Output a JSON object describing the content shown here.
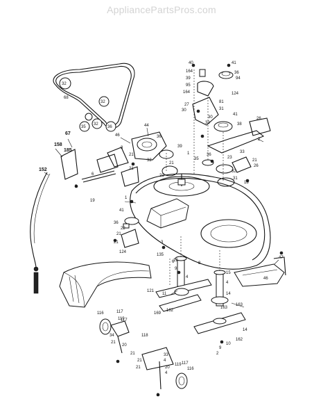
{
  "watermark": "AppliancePartsPros.com",
  "part_labels": [
    "40",
    "41",
    "164",
    "36",
    "39",
    "94",
    "95",
    "124",
    "164",
    "27",
    "30",
    "81",
    "31",
    "30",
    "33",
    "41",
    "38",
    "26",
    "67",
    "46",
    "44",
    "36",
    "2",
    "158",
    "185",
    "3",
    "21",
    "32",
    "39",
    "1",
    "35",
    "36",
    "23",
    "33",
    "21",
    "21",
    "21",
    "26",
    "152",
    "6",
    "21",
    "32",
    "31",
    "18",
    "5",
    "19",
    "1",
    "41",
    "36",
    "22",
    "21",
    "21",
    "124",
    "3",
    "135",
    "6",
    "9",
    "47",
    "46",
    "15",
    "4",
    "4",
    "12",
    "11",
    "121",
    "162",
    "117",
    "116",
    "169",
    "163",
    "14",
    "117",
    "34",
    "21",
    "20",
    "118",
    "162",
    "10",
    "9",
    "2",
    "21",
    "21",
    "119",
    "117",
    "116",
    "33",
    "4",
    "21",
    "20",
    "4",
    "119",
    "163",
    "2",
    "14",
    "8"
  ]
}
